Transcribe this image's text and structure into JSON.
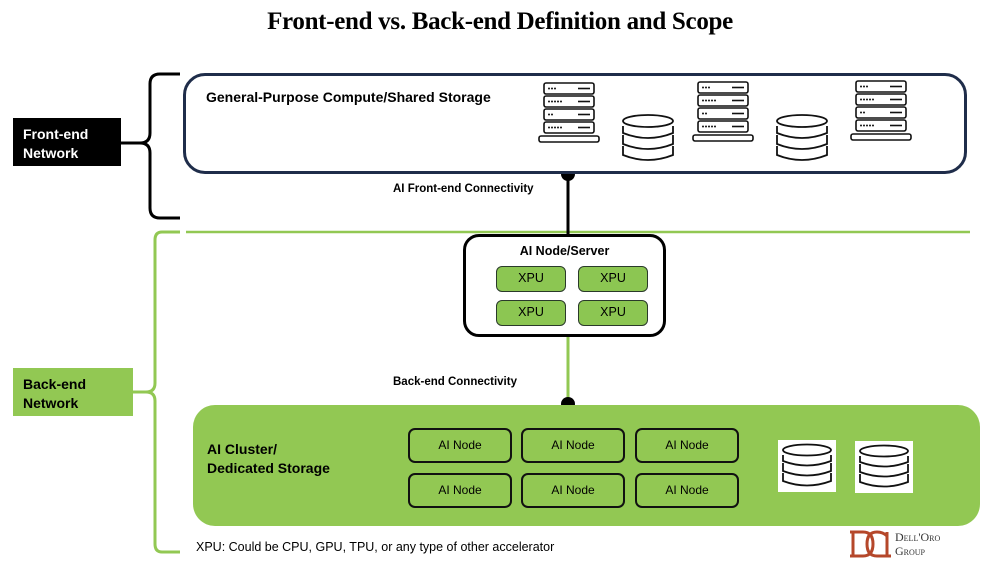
{
  "title": "Front-end vs. Back-end Definition and Scope",
  "front_end": {
    "label_line1": "Front-end",
    "label_line2": "Network",
    "box_title": "General-Purpose Compute/Shared Storage",
    "icons": [
      "server-rack-icon",
      "database-icon",
      "server-rack-icon",
      "database-icon",
      "server-rack-icon"
    ],
    "connectivity_label": "AI Front-end Connectivity",
    "color": "#000000",
    "box_border_color": "#1f2d4a"
  },
  "ai_node": {
    "title": "AI Node/Server",
    "xpus": [
      "XPU",
      "XPU",
      "XPU",
      "XPU"
    ]
  },
  "back_end": {
    "label_line1": "Back-end",
    "label_line2": "Network",
    "connectivity_label": "Back-end Connectivity",
    "color": "#92c853",
    "cluster": {
      "title_line1": "AI Cluster/",
      "title_line2": "Dedicated Storage",
      "nodes": [
        "AI Node",
        "AI Node",
        "AI Node",
        "AI Node",
        "AI Node",
        "AI Node"
      ],
      "storage_icons": [
        "database-icon",
        "database-icon"
      ]
    }
  },
  "footnote": "XPU: Could be CPU, GPU, TPU, or any type of other accelerator",
  "logo": {
    "line1": "Dell'Oro",
    "line2": "Group",
    "color": "#b5472a"
  }
}
